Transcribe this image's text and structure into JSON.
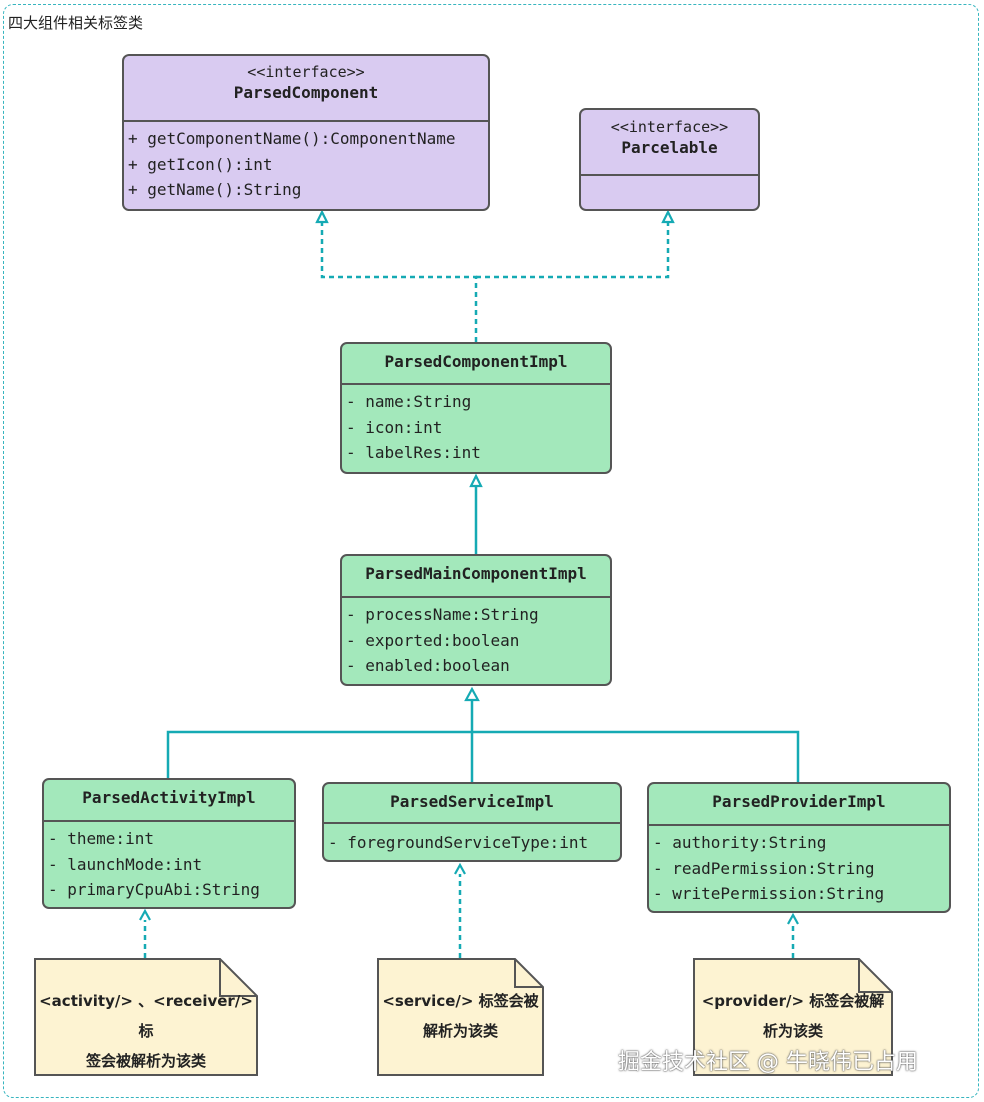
{
  "frame": {
    "title": "四大组件相关标签类"
  },
  "classes": {
    "parsed_component": {
      "stereotype": "<<interface>>",
      "name": "ParsedComponent",
      "members": [
        "+ getComponentName():ComponentName",
        "+ getIcon():int",
        "+ getName():String"
      ]
    },
    "parcelable": {
      "stereotype": "<<interface>>",
      "name": "Parcelable",
      "members": []
    },
    "parsed_component_impl": {
      "name": "ParsedComponentImpl",
      "members": [
        "- name:String",
        "- icon:int",
        "- labelRes:int"
      ]
    },
    "parsed_main_component_impl": {
      "name": "ParsedMainComponentImpl",
      "members": [
        "- processName:String",
        "- exported:boolean",
        "- enabled:boolean"
      ]
    },
    "parsed_activity_impl": {
      "name": "ParsedActivityImpl",
      "members": [
        "- theme:int",
        "- launchMode:int",
        "- primaryCpuAbi:String"
      ]
    },
    "parsed_service_impl": {
      "name": "ParsedServiceImpl",
      "members": [
        "- foregroundServiceType:int"
      ]
    },
    "parsed_provider_impl": {
      "name": "ParsedProviderImpl",
      "members": [
        "- authority:String",
        "- readPermission:String",
        "- writePermission:String"
      ]
    }
  },
  "notes": {
    "activity": {
      "line1": "<activity/> 、<receiver/>标",
      "line2": "签会被解析为该类"
    },
    "service": {
      "line1": "<service/> 标签会被",
      "line2": "解析为该类"
    },
    "provider": {
      "line1": "<provider/> 标签会被解",
      "line2": "析为该类"
    }
  },
  "colors": {
    "interface_fill": "#d9cbf1",
    "class_fill": "#a3e8bb",
    "note_fill": "#fdf3d2",
    "connector": "#15aab4",
    "border": "#555555"
  },
  "watermark": "掘金技术社区 @ 牛晓伟已占用"
}
